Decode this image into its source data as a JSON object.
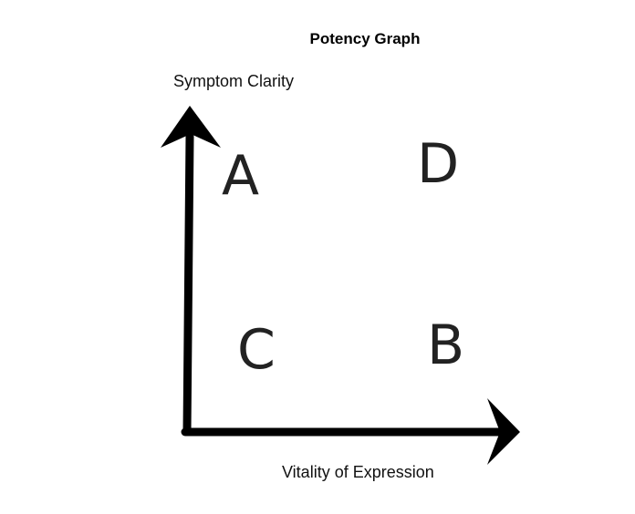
{
  "title": "Potency Graph",
  "axes": {
    "y_label": "Symptom Clarity",
    "x_label": "Vitality of Expression"
  },
  "quadrants": {
    "top_left": "A",
    "top_right": "D",
    "bottom_left": "C",
    "bottom_right": "B"
  },
  "colors": {
    "axis": "#000000",
    "text": "#111111"
  }
}
